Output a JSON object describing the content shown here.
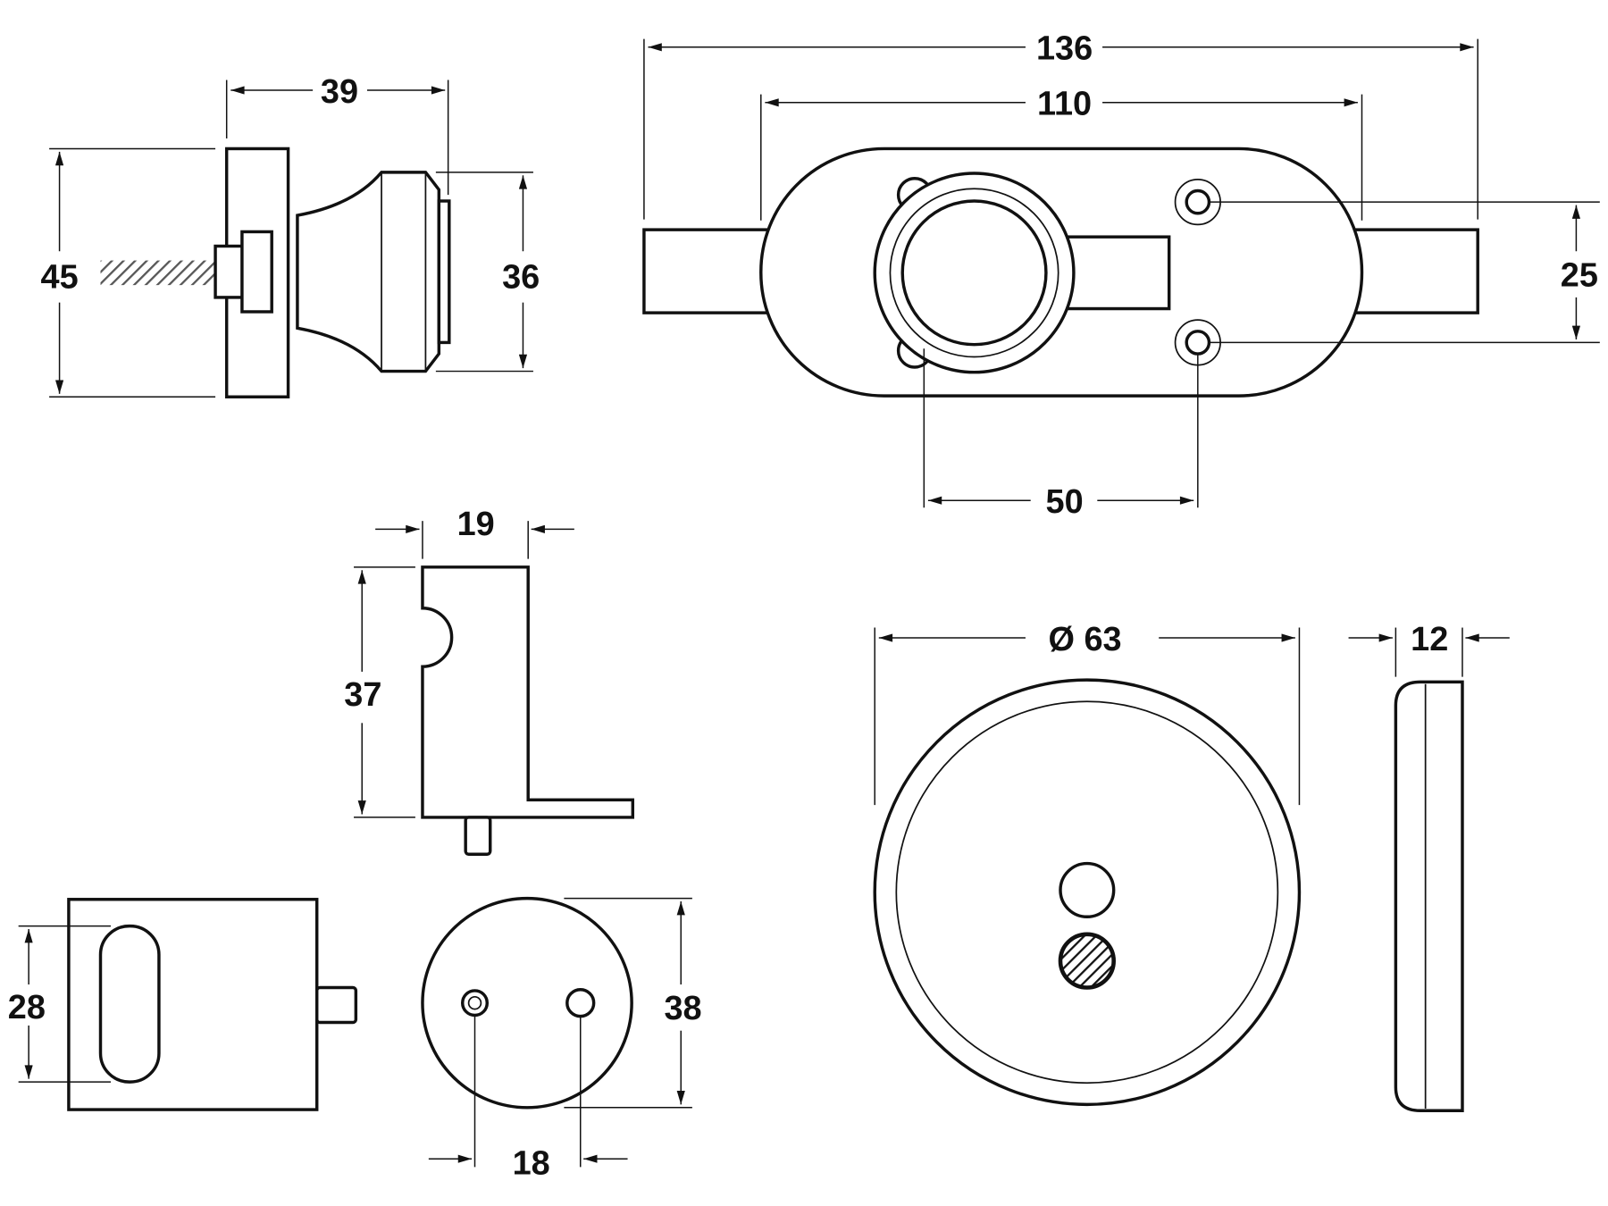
{
  "dimensions": {
    "knob_width": "39",
    "knob_plate_height": "45",
    "knob_diameter": "36",
    "bolt_total_length": "136",
    "plate_length": "110",
    "hole_spacing_vertical": "25",
    "hole_spacing_horizontal": "50",
    "keeper_width": "19",
    "keeper_height": "37",
    "indicator_diameter": "Ø 63",
    "indicator_thickness": "12",
    "block_slot_length": "28",
    "rose_diameter": "38",
    "rose_hole_spacing": "18"
  }
}
